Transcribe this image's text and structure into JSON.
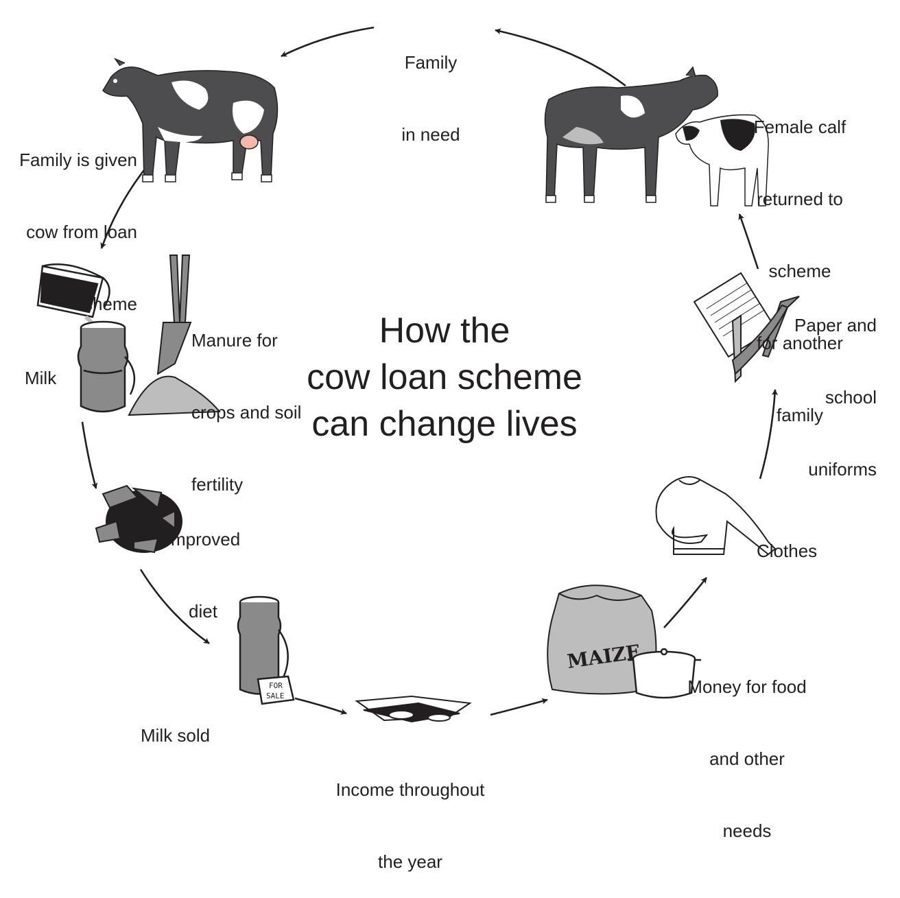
{
  "title": {
    "line1": "How the",
    "line2": "cow loan scheme",
    "line3": "can change lives"
  },
  "stages": {
    "family_in_need": {
      "line1": "Family",
      "line2": "in need"
    },
    "given_cow": {
      "line1": "Family is given",
      "line2": "cow from loan",
      "line3": "scheme"
    },
    "milk": "Milk",
    "manure": {
      "line1": "Manure for",
      "line2": "crops and soil",
      "line3": "fertility"
    },
    "improved_diet": {
      "line1": "Improved",
      "line2": "diet"
    },
    "milk_sold": "Milk sold",
    "income": {
      "line1": "Income throughout",
      "line2": "the year"
    },
    "money": {
      "line1": "Money for food",
      "line2": "and other",
      "line3": "needs"
    },
    "clothes": "Clothes",
    "paper": {
      "line1": "Paper and",
      "line2": "school",
      "line3": "uniforms"
    },
    "calf": {
      "line1": "Female calf",
      "line2": "returned to",
      "line3": "scheme",
      "line4": "for another",
      "line5": "family"
    }
  },
  "artwork_text": {
    "maize_sack": "MAIZE",
    "sale_tag_line1": "FOR",
    "sale_tag_line2": "SALE"
  },
  "colors": {
    "ink": "#231f20",
    "grey": "#8a8a8a",
    "light_grey": "#bdbdbd",
    "udder": "#f3b8a8"
  }
}
